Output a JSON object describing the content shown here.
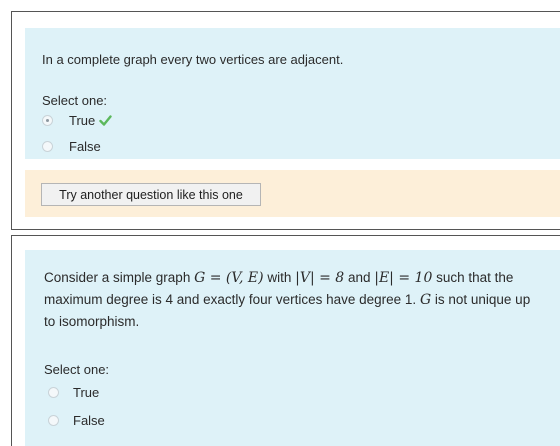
{
  "question1": {
    "text": "In a complete graph every two vertices are adjacent.",
    "select_label": "Select one:",
    "options": [
      {
        "label": "True",
        "selected": true,
        "correct": true
      },
      {
        "label": "False",
        "selected": false,
        "correct": false
      }
    ],
    "correct_mark_icon": "green-check-icon",
    "feedback_button_label": "Try another question like this one"
  },
  "question2": {
    "text_parts": {
      "lead": "Consider a simple graph ",
      "g_def": "G = (V, E)",
      "with": " with ",
      "v_card": "|V| = 8",
      "and": " and ",
      "e_card": "|E| = 10",
      "rest": " such that the maximum degree is 4 and exactly four vertices have degree 1. ",
      "g": "G",
      "tail": " is not unique up to isomorphism."
    },
    "select_label": "Select one:",
    "options": [
      {
        "label": "True",
        "selected": false
      },
      {
        "label": "False",
        "selected": false
      }
    ]
  },
  "colors": {
    "question_bg": "#def2f8",
    "feedback_bg": "#fdefd9",
    "check_green": "#5cb85c"
  }
}
